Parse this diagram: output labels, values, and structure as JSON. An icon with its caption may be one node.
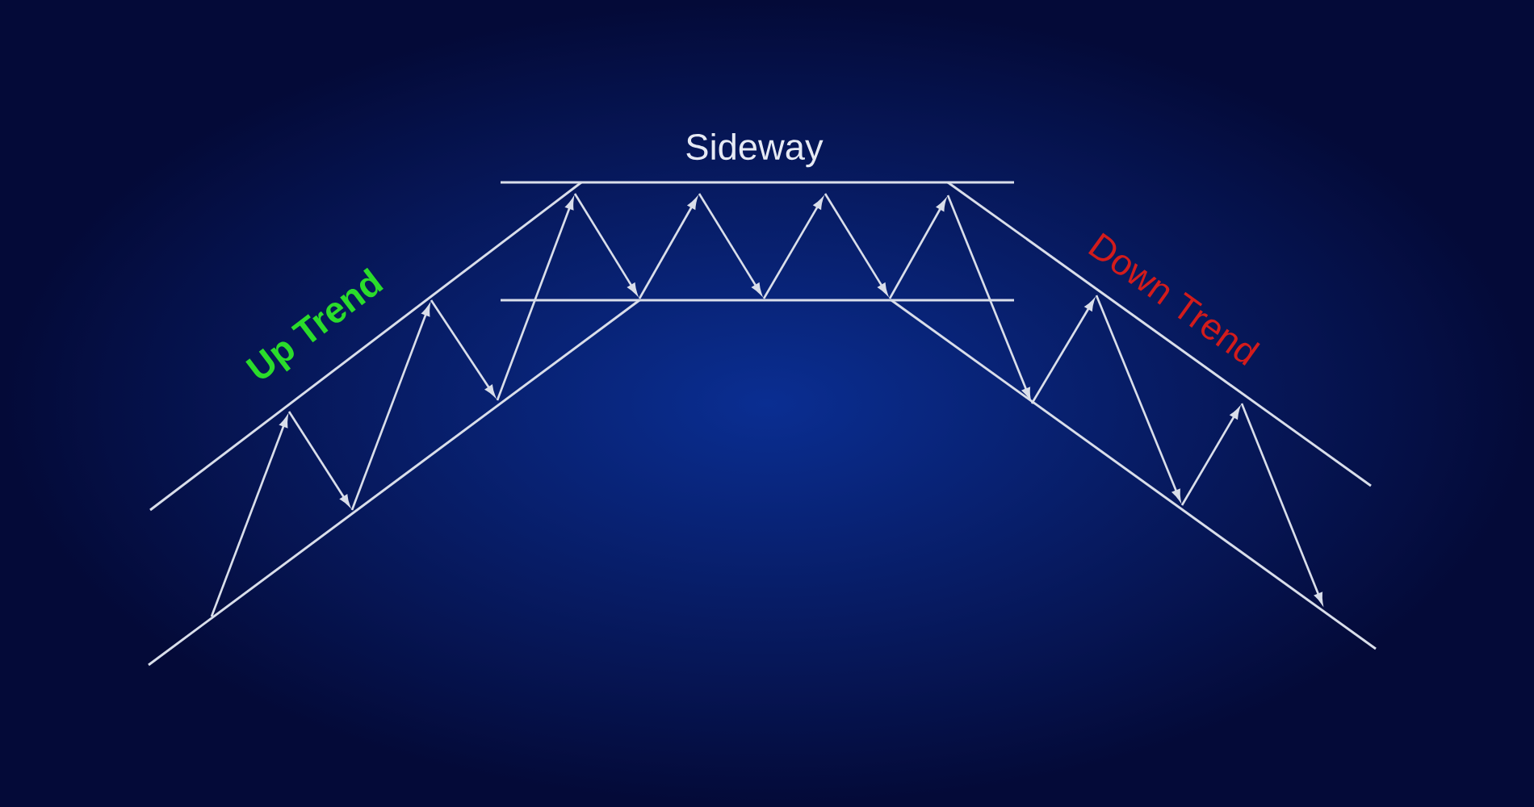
{
  "diagram": {
    "labels": [
      "Up Trend",
      "Sideway",
      "Down Trend"
    ]
  }
}
